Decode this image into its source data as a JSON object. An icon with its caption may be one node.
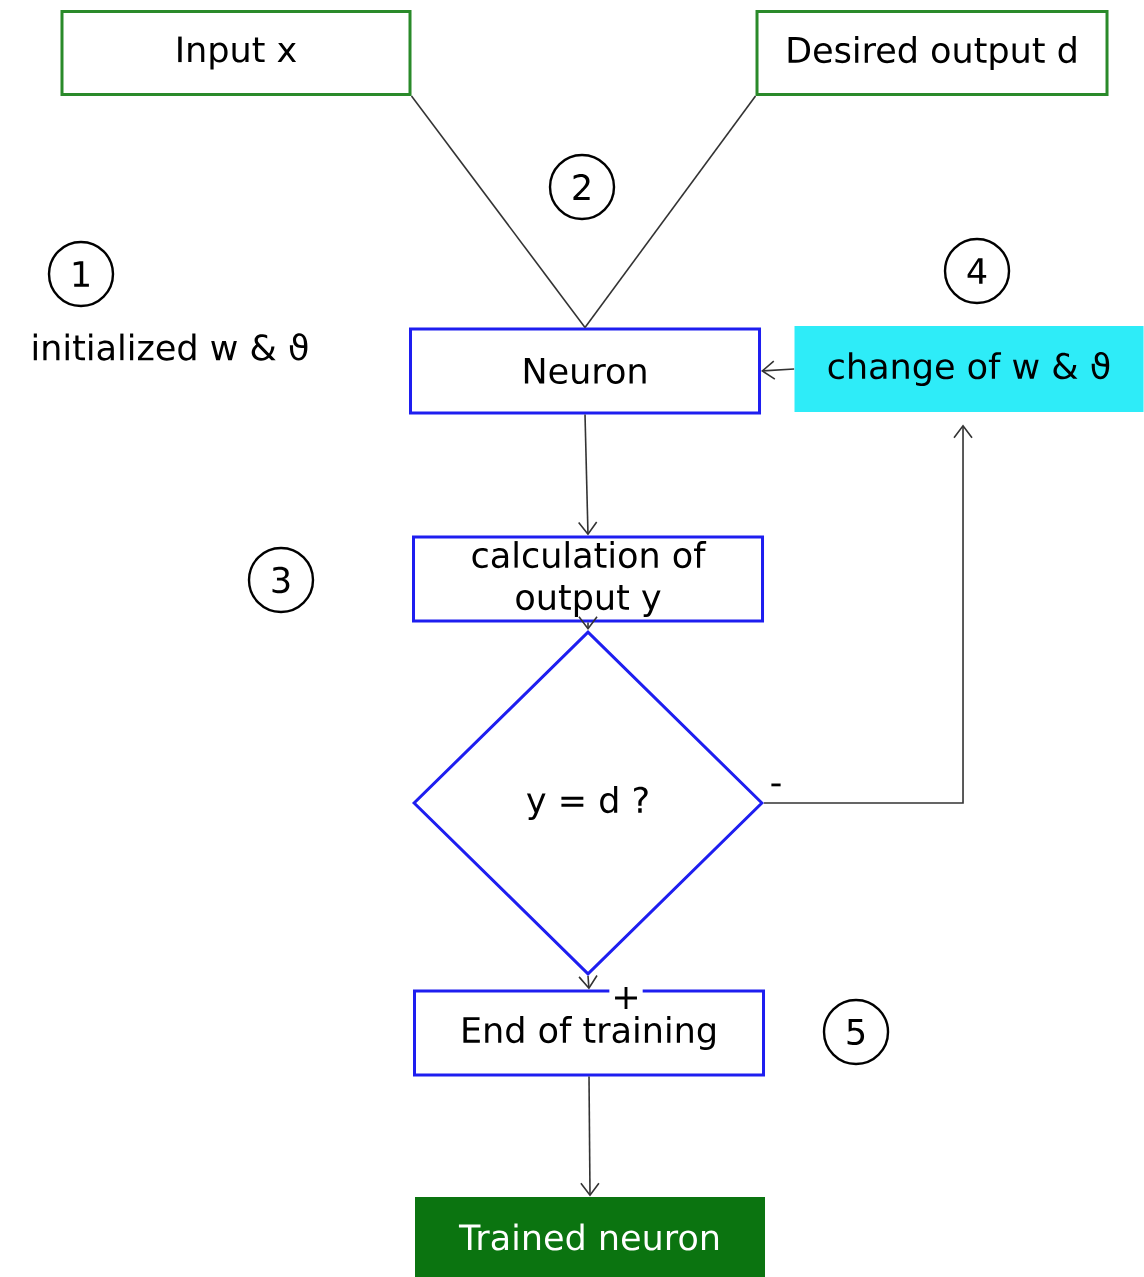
{
  "diagram": {
    "nodes": [
      {
        "text": [
          "Input x"
        ]
      },
      {
        "text": [
          "Desired output d"
        ]
      },
      {
        "text": [
          "Neuron"
        ]
      },
      {
        "text": [
          "change of w & ϑ"
        ]
      },
      {
        "text": [
          "calculation of output y"
        ]
      },
      {
        "text": [
          "y = d ?"
        ]
      },
      {
        "text": [
          "End of training"
        ]
      },
      {
        "text": [
          "Trained neuron"
        ]
      }
    ],
    "edges": [
      {
        "from": 0,
        "to": 2,
        "arrow": "none"
      },
      {
        "from": 1,
        "to": 2,
        "arrow": "none"
      },
      {
        "from": 3,
        "to": 2,
        "arrow": "to"
      },
      {
        "from": 2,
        "to": 4,
        "arrow": "to"
      },
      {
        "from": 4,
        "to": 5,
        "arrow": "to"
      },
      {
        "from": 5,
        "to": 3,
        "arrow": "to",
        "label": "-"
      },
      {
        "from": 5,
        "to": 6,
        "arrow": "to",
        "label": "+"
      },
      {
        "from": 6,
        "to": 7,
        "arrow": "to"
      }
    ],
    "labels": [
      "1",
      "initialized w & ϑ",
      "2",
      "4",
      "3",
      "5"
    ]
  }
}
